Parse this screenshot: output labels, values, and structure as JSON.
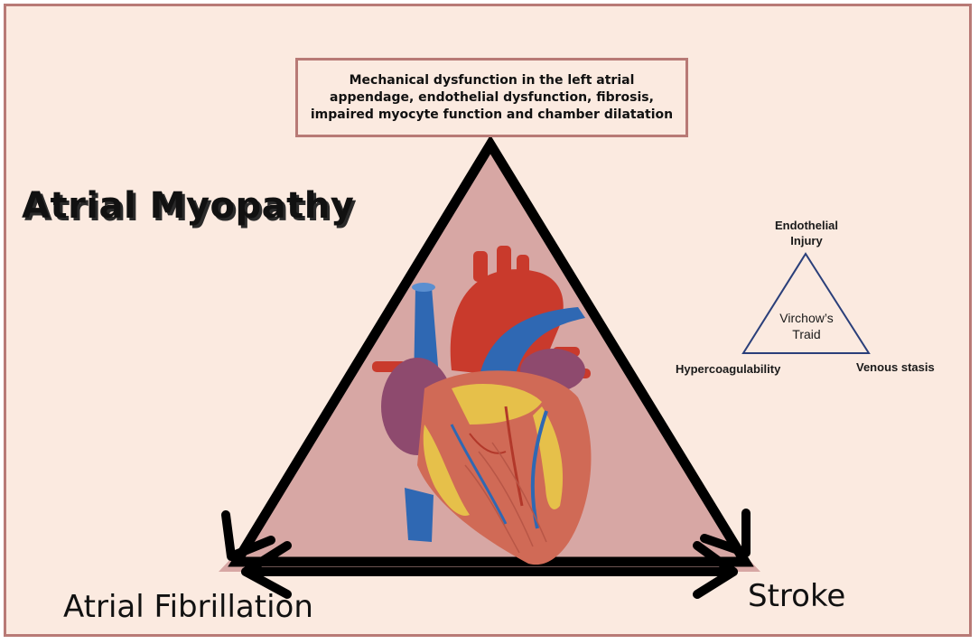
{
  "title": "Atrial Myopathy",
  "callout": "Mechanical dysfunction in the left atrial appendage, endothelial dysfunction, fibrosis, impaired myocyte function and chamber dilatation",
  "corners": {
    "left": "Atrial Fibrillation",
    "right": "Stroke"
  },
  "virchow": {
    "center_line1": "Virchow’s",
    "center_line2": "Traid",
    "top_line1": "Endothelial",
    "top_line2": "Injury",
    "left": "Hypercoagulability",
    "right": "Venous stasis"
  },
  "colors": {
    "background": "#fbeae0",
    "border": "#b87a76",
    "triangle_fill": "#d7a7a4",
    "virchow_stroke": "#2a3f7a"
  }
}
